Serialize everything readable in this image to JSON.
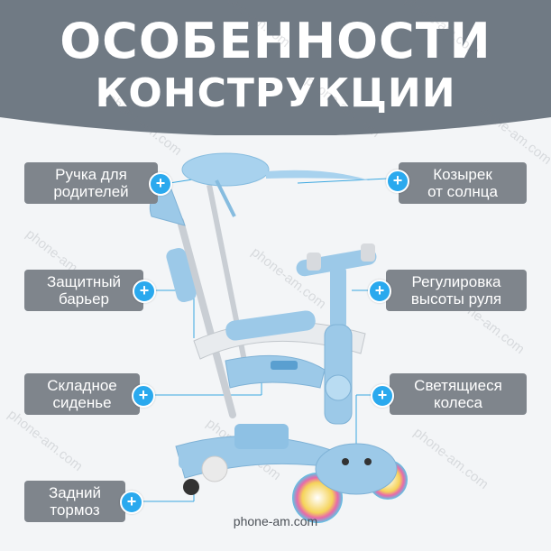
{
  "header": {
    "line1": "ОСОБЕННОСТИ",
    "line2": "КОНСТРУКЦИИ",
    "bg_color": "#707a84"
  },
  "labels": {
    "parent_handle": [
      "Ручка для",
      "родителей"
    ],
    "sun_visor": [
      "Козырек",
      "от солнца"
    ],
    "safety_barrier": [
      "Защитный",
      "барьер"
    ],
    "handlebar_height": [
      "Регулировка",
      "высоты руля"
    ],
    "folding_seat": [
      "Складное",
      "сиденье"
    ],
    "light_wheels": [
      "Светящиеся",
      "колеса"
    ],
    "rear_brake": [
      "Задний",
      "тормоз"
    ]
  },
  "plus_symbol": "+",
  "accent_color": "#2aa9ee",
  "product_color": "#9cc9e8",
  "watermark": "phone-am.com",
  "footer": "phone-am.com"
}
